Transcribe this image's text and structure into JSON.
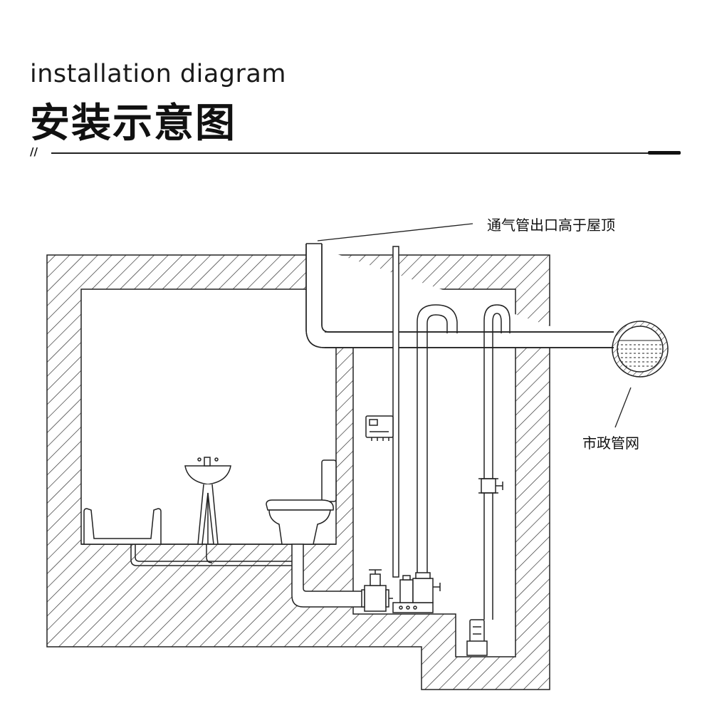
{
  "header": {
    "subtitle_en": "installation diagram",
    "title_zh": "安装示意图",
    "divider_mark": "//"
  },
  "labels": {
    "vent_outlet": "通气管出口高于屋顶",
    "municipal_network": "市政管网"
  }
}
